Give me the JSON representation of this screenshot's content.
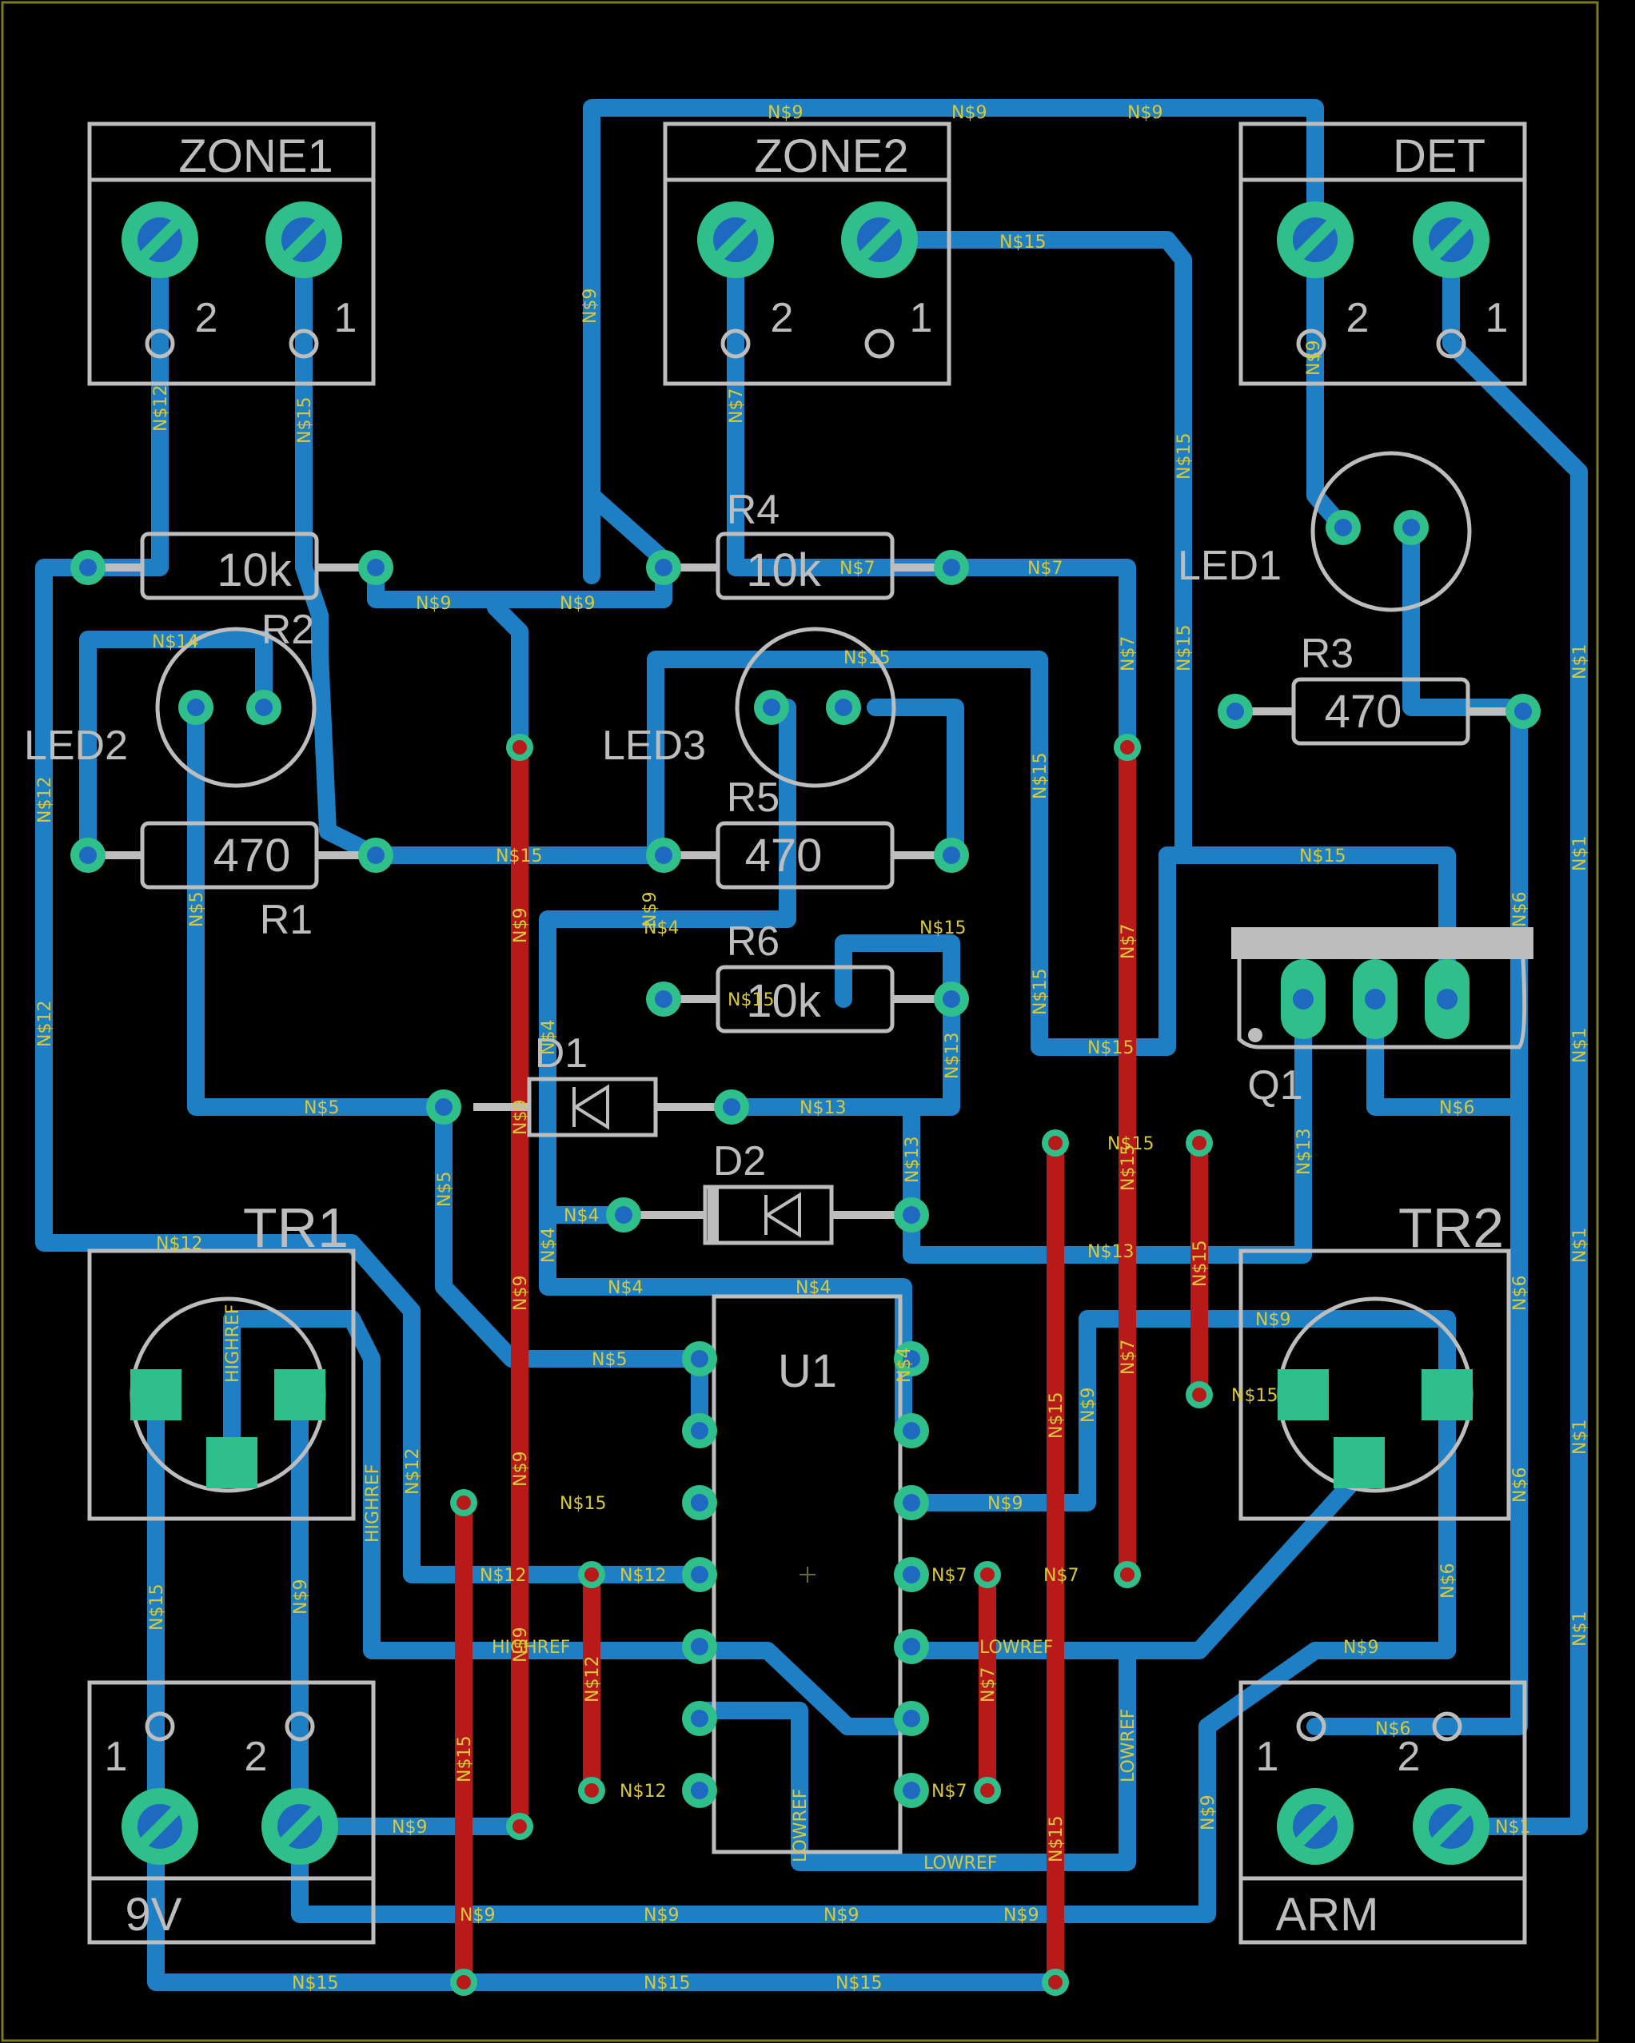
{
  "board": {
    "background": "#000000",
    "colors": {
      "bottom_trace": "#1f7fc4",
      "top_trace": "#b81a1a",
      "pad": "#2fbf8a",
      "silkscreen": "#bdbdbd",
      "net_label": "#d8c93a"
    }
  },
  "components": {
    "zone1": {
      "name": "ZONE1",
      "pin1": "1",
      "pin2": "2"
    },
    "zone2": {
      "name": "ZONE2",
      "pin1": "1",
      "pin2": "2"
    },
    "det": {
      "name": "DET",
      "pin1": "1",
      "pin2": "2"
    },
    "pwr": {
      "name": "9V",
      "pin1": "1",
      "pin2": "2"
    },
    "arm": {
      "name": "ARM",
      "pin1": "1",
      "pin2": "2"
    },
    "r1": {
      "name": "R1",
      "value": "470"
    },
    "r2": {
      "name": "R2",
      "value": "10k"
    },
    "r3": {
      "name": "R3",
      "value": "470"
    },
    "r4": {
      "name": "R4",
      "value": "10k"
    },
    "r5": {
      "name": "R5",
      "value": "470"
    },
    "r6": {
      "name": "R6",
      "value": "10k"
    },
    "led1": {
      "name": "LED1"
    },
    "led2": {
      "name": "LED2"
    },
    "led3": {
      "name": "LED3"
    },
    "d1": {
      "name": "D1"
    },
    "d2": {
      "name": "D2"
    },
    "q1": {
      "name": "Q1"
    },
    "tr1": {
      "name": "TR1"
    },
    "tr2": {
      "name": "TR2"
    },
    "u1": {
      "name": "U1"
    }
  },
  "nets": {
    "n1": "N$1",
    "n4": "N$4",
    "n5": "N$5",
    "n6": "N$6",
    "n7": "N$7",
    "n9": "N$9",
    "n12": "N$12",
    "n13": "N$13",
    "n14": "N$14",
    "n15": "N$15",
    "highref": "HIGHREF",
    "lowref": "LOWREF",
    "via": "1-16"
  }
}
